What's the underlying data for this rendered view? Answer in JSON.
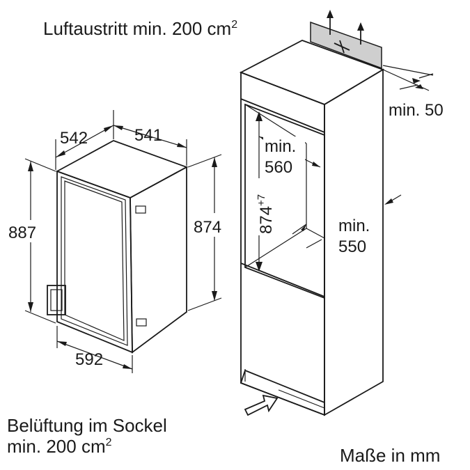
{
  "labels": {
    "air_outlet": "Luftaustritt min. 200 cm",
    "air_outlet_sup": "2",
    "gap_top": "min. 50",
    "depth_542": "542",
    "width_541": "541",
    "height_887": "887",
    "height_874": "874",
    "width_592": "592",
    "niche_depth_min": "min.",
    "niche_depth_val": "560",
    "niche_height": "874",
    "niche_height_sup": "+7",
    "niche_width_min": "min.",
    "niche_width_val": "550",
    "ventilation_line1": "Belüftung im Sockel",
    "ventilation_line2": "min. 200 cm",
    "ventilation_sup": "2",
    "units": "Maße in mm"
  },
  "icons": {
    "vent_grille": "fan-icon"
  }
}
